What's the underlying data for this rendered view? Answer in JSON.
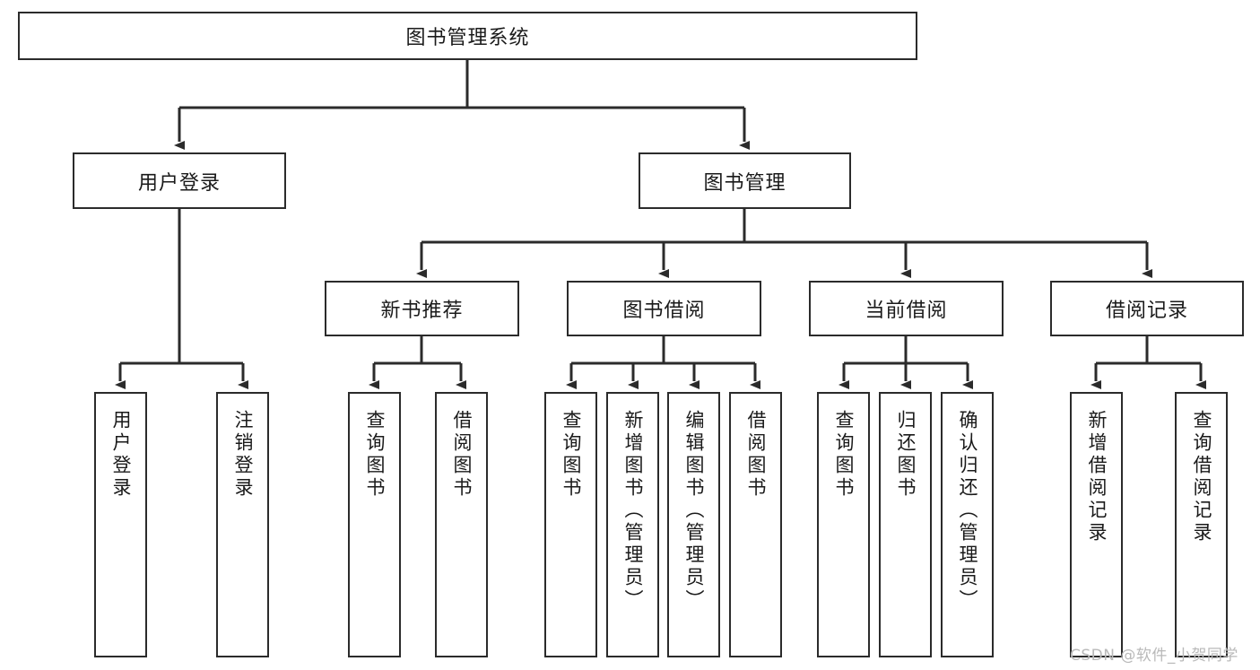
{
  "diagram": {
    "title": "图书管理系统",
    "type": "tree-hierarchy-diagram",
    "colors": {
      "box_border": "#2b2b2b",
      "box_fill": "#ffffff",
      "connector": "#2b2b2b",
      "text": "#1a1a1a",
      "watermark": "#b9b9b9",
      "background": "#ffffff"
    },
    "root": {
      "label": "图书管理系统"
    },
    "level1": [
      {
        "label": "用户登录"
      },
      {
        "label": "图书管理"
      }
    ],
    "level2": [
      {
        "label": "新书推荐"
      },
      {
        "label": "图书借阅"
      },
      {
        "label": "当前借阅"
      },
      {
        "label": "借阅记录"
      }
    ],
    "leaves": {
      "user_login": [
        {
          "label": "用户登录"
        },
        {
          "label": "注销登录"
        }
      ],
      "new_book_recommend": [
        {
          "label": "查询图书"
        },
        {
          "label": "借阅图书"
        }
      ],
      "book_borrow": [
        {
          "label": "查询图书"
        },
        {
          "label": "新增图书（管理员）"
        },
        {
          "label": "编辑图书（管理员）"
        },
        {
          "label": "借阅图书"
        }
      ],
      "current_borrow": [
        {
          "label": "查询图书"
        },
        {
          "label": "归还图书"
        },
        {
          "label": "确认归还（管理员）"
        }
      ],
      "borrow_records": [
        {
          "label": "新增借阅记录"
        },
        {
          "label": "查询借阅记录"
        }
      ]
    }
  },
  "watermark": {
    "text": "CSDN @软件_小贺同学"
  }
}
